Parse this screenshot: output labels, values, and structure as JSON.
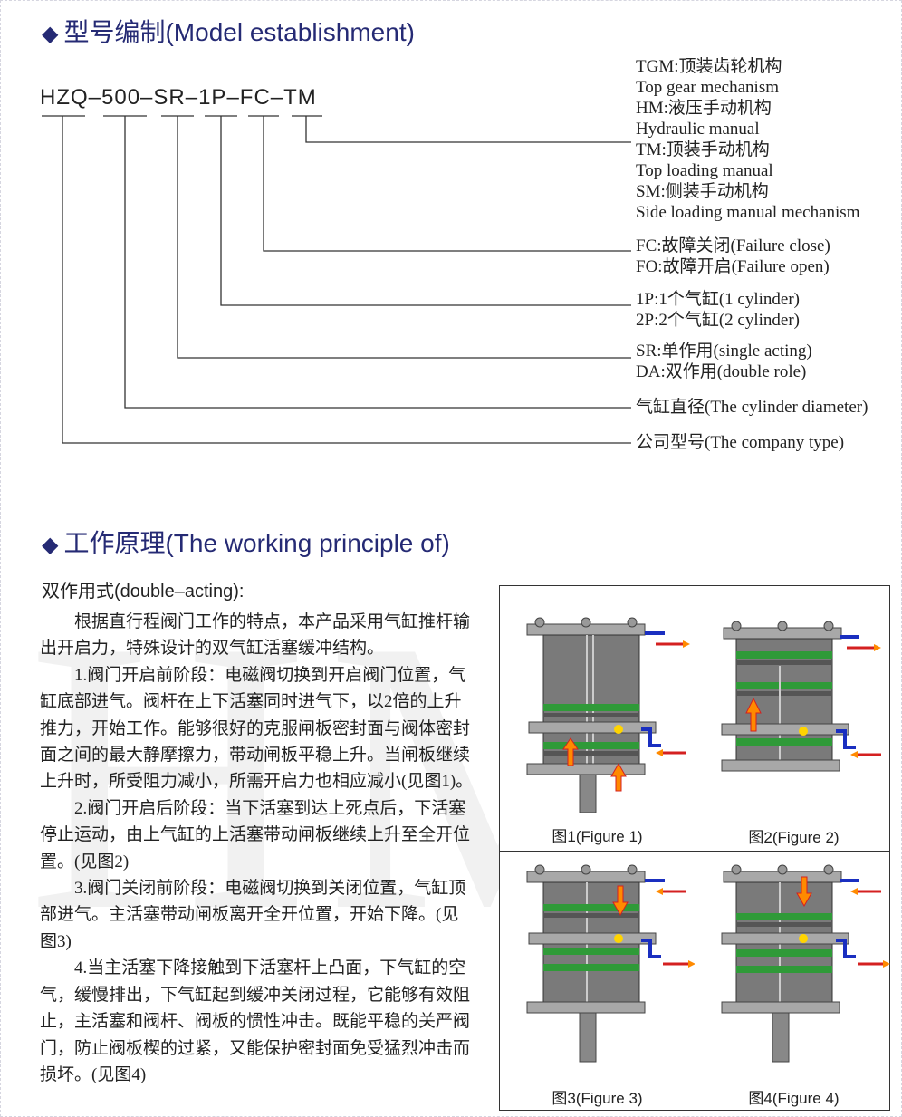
{
  "section1": {
    "title": "型号编制(Model establishment)"
  },
  "model_code": "HZQ–500–SR–1P–FC–TM",
  "legend": [
    {
      "lines": [
        "TGM:顶装齿轮机构",
        "Top gear mechanism",
        "HM:液压手动机构",
        "Hydraulic manual",
        "TM:顶装手动机构",
        "Top loading manual",
        "SM:侧装手动机构",
        "Side loading manual mechanism"
      ]
    },
    {
      "lines": [
        "FC:故障关闭(Failure close)",
        "FO:故障开启(Failure open)"
      ]
    },
    {
      "lines": [
        "1P:1个气缸(1  cylinder)",
        "2P:2个气缸(2  cylinder)"
      ]
    },
    {
      "lines": [
        "SR:单作用(single acting)",
        "DA:双作用(double role)"
      ]
    },
    {
      "lines": [
        "气缸直径(The cylinder diameter)"
      ]
    },
    {
      "lines": [
        "公司型号(The company type)"
      ]
    }
  ],
  "section2": {
    "title": "工作原理(The working principle of)",
    "subtitle": "双作用式(double–acting):"
  },
  "paragraphs": [
    "根据直行程阀门工作的特点，本产品采用气缸推杆输出开启力，特殊设计的双气缸活塞缓冲结构。",
    "1.阀门开启前阶段：电磁阀切换到开启阀门位置，气缸底部进气。阀杆在上下活塞同时进气下，以2倍的上升推力，开始工作。能够很好的克服闸板密封面与阀体密封面之间的最大静摩擦力，带动闸板平稳上升。当闸板继续上升时，所受阻力减小，所需开启力也相应减小(见图1)。",
    "2.阀门开启后阶段：当下活塞到达上死点后，下活塞停止运动，由上气缸的上活塞带动闸板继续上升至全开位置。(见图2)",
    "3.阀门关闭前阶段：电磁阀切换到关闭位置，气缸顶部进气。主活塞带动闸板离开全开位置，开始下降。(见图3)",
    "4.当主活塞下降接触到下活塞杆上凸面，下气缸的空气，缓慢排出，下气缸起到缓冲关闭过程，它能够有效阻止，主活塞和阀杆、阀板的惯性冲击。既能平稳的关严阀门，防止阀板楔的过紧，又能保护密封面免受猛烈冲击而损坏。(见图4)"
  ],
  "watermark": "HMS",
  "figures": [
    {
      "caption": "图1(Figure 1)"
    },
    {
      "caption": "图2(Figure 2)"
    },
    {
      "caption": "图3(Figure 3)"
    },
    {
      "caption": "图4(Figure 4)"
    }
  ],
  "colors": {
    "heading": "#252a74",
    "seal": "#2f9a38",
    "arrow_fill": "#ff8a00",
    "arrow_stroke": "#d42020",
    "valve_blue": "#1a2fc0",
    "cylinder": "#777777"
  }
}
